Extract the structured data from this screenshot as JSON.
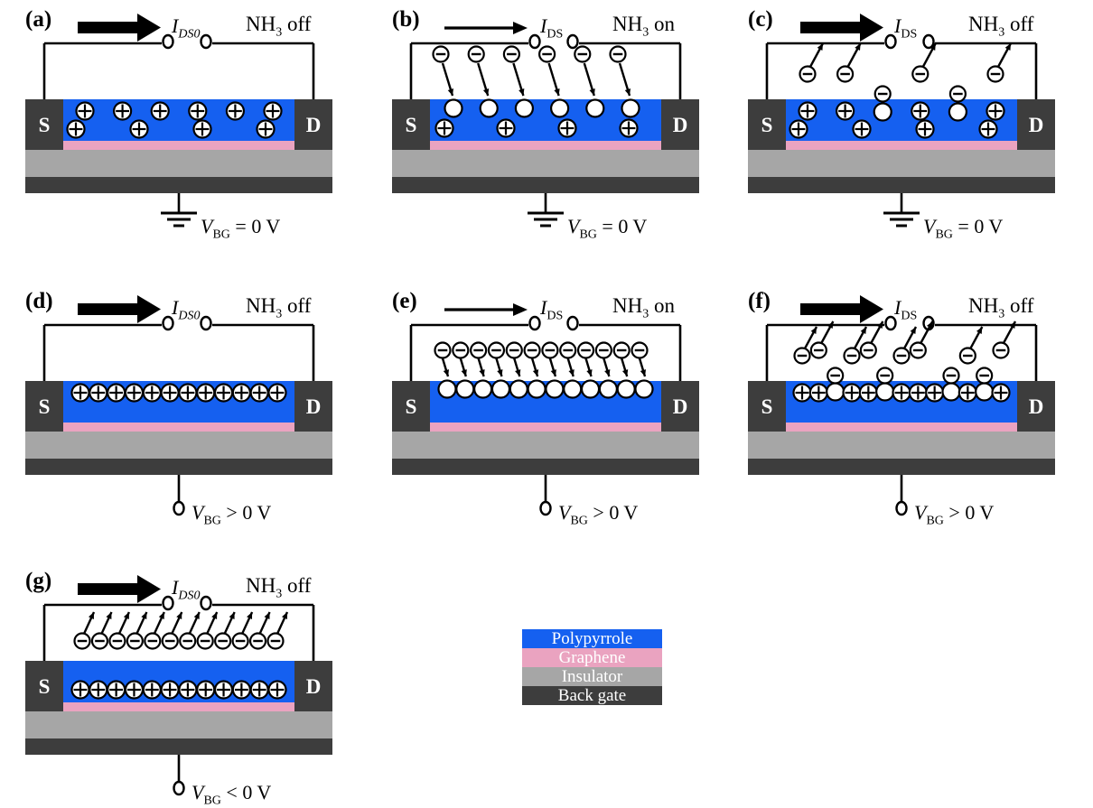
{
  "figure": {
    "type": "device-schematic",
    "description": "Cross-section schematics of polypyrrole/graphene back-gated NH3 gas sensor in seven operating states",
    "colors": {
      "polypyrrole": "#1560f0",
      "graphene": "#eaa3c0",
      "insulator": "#a6a6a6",
      "back_gate": "#3d3d3d",
      "electrode": "#3d3d3d",
      "charge_fill": "#ffffff",
      "outline": "#000000"
    }
  },
  "legend": {
    "name": "layer-legend",
    "rows": [
      {
        "label": "Polypyrrole",
        "color": "#1560f0"
      },
      {
        "label": "Graphene",
        "color": "#eaa3c0"
      },
      {
        "label": "Insulator",
        "color": "#a6a6a6"
      },
      {
        "label": "Back gate",
        "color": "#3d3d3d"
      }
    ]
  },
  "electrodes": {
    "source": "S",
    "drain": "D"
  },
  "panels": [
    {
      "id": "a",
      "label": "(a)",
      "current_label": "I_DS0",
      "current_main": "I",
      "current_sub": "DS0",
      "current_sub_italic": true,
      "arrow": "thick",
      "gas": "NH3 off",
      "gas_main": "NH",
      "gas_sub": "3",
      "gas_state": "off",
      "gate_text": "V_BG = 0 V",
      "gate_main": "V",
      "gate_sub": "BG",
      "gate_rest": "= 0 V",
      "gate_terminal": "ground",
      "charges": {
        "top_row_plus": 6,
        "bottom_row_plus": 4,
        "adsorbed_circles": 0,
        "incoming_minus": 0,
        "desorbing_minus": 0
      }
    },
    {
      "id": "b",
      "label": "(b)",
      "current_label": "I_DS",
      "current_main": "I",
      "current_sub": "DS",
      "current_sub_italic": false,
      "arrow": "thin",
      "gas": "NH3 on",
      "gas_main": "NH",
      "gas_sub": "3",
      "gas_state": "on",
      "gate_text": "V_BG = 0 V",
      "gate_main": "V",
      "gate_sub": "BG",
      "gate_rest": "= 0 V",
      "gate_terminal": "ground",
      "charges": {
        "top_row_plus": 0,
        "bottom_row_plus": 4,
        "adsorbed_circles": 6,
        "incoming_minus": 6,
        "desorbing_minus": 0
      }
    },
    {
      "id": "c",
      "label": "(c)",
      "current_label": "I_DS",
      "current_main": "I",
      "current_sub": "DS",
      "current_sub_italic": false,
      "arrow": "thick",
      "gas": "NH3 off",
      "gas_main": "NH",
      "gas_sub": "3",
      "gas_state": "off",
      "gate_text": "V_BG = 0 V",
      "gate_main": "V",
      "gate_sub": "BG",
      "gate_rest": "= 0 V",
      "gate_terminal": "ground",
      "charges": {
        "top_row_plus": 4,
        "bottom_row_plus": 4,
        "adsorbed_circles": 2,
        "incoming_minus": 0,
        "desorbing_minus": 4
      }
    },
    {
      "id": "d",
      "label": "(d)",
      "current_label": "I_DS0",
      "current_main": "I",
      "current_sub": "DS0",
      "current_sub_italic": true,
      "arrow": "thick",
      "gas": "NH3 off",
      "gas_main": "NH",
      "gas_sub": "3",
      "gas_state": "off",
      "gate_text": "V_BG > 0 V",
      "gate_main": "V",
      "gate_sub": "BG",
      "gate_rest": "> 0 V",
      "gate_terminal": "open",
      "charges": {
        "top_row_plus": 12,
        "bottom_row_plus": 0,
        "adsorbed_circles": 0,
        "incoming_minus": 0,
        "desorbing_minus": 0
      }
    },
    {
      "id": "e",
      "label": "(e)",
      "current_label": "I_DS",
      "current_main": "I",
      "current_sub": "DS",
      "current_sub_italic": false,
      "arrow": "thin",
      "gas": "NH3 on",
      "gas_main": "NH",
      "gas_sub": "3",
      "gas_state": "on",
      "gate_text": "V_BG > 0 V",
      "gate_main": "V",
      "gate_sub": "BG",
      "gate_rest": "> 0 V",
      "gate_terminal": "open",
      "charges": {
        "top_row_plus": 0,
        "bottom_row_plus": 0,
        "adsorbed_circles": 12,
        "incoming_minus": 12,
        "desorbing_minus": 0
      }
    },
    {
      "id": "f",
      "label": "(f)",
      "current_label": "I_DS",
      "current_main": "I",
      "current_sub": "DS",
      "current_sub_italic": false,
      "arrow": "thick",
      "gas": "NH3 off",
      "gas_main": "NH",
      "gas_sub": "3",
      "gas_state": "off",
      "gate_text": "V_BG > 0 V",
      "gate_main": "V",
      "gate_sub": "BG",
      "gate_rest": "> 0 V",
      "gate_terminal": "open",
      "charges": {
        "top_row_plus": 9,
        "bottom_row_plus": 0,
        "adsorbed_circles": 4,
        "incoming_minus": 0,
        "desorbing_minus": 8
      }
    },
    {
      "id": "g",
      "label": "(g)",
      "current_label": "I_DS0",
      "current_main": "I",
      "current_sub": "DS0",
      "current_sub_italic": true,
      "arrow": "thick",
      "gas": "NH3 off",
      "gas_main": "NH",
      "gas_sub": "3",
      "gas_state": "off",
      "gate_text": "V_BG < 0 V",
      "gate_main": "V",
      "gate_sub": "BG",
      "gate_rest": "< 0 V",
      "gate_terminal": "open",
      "charges": {
        "top_row_plus": 0,
        "bottom_row_plus": 12,
        "adsorbed_circles": 0,
        "incoming_minus": 0,
        "desorbing_minus": 12
      }
    }
  ]
}
